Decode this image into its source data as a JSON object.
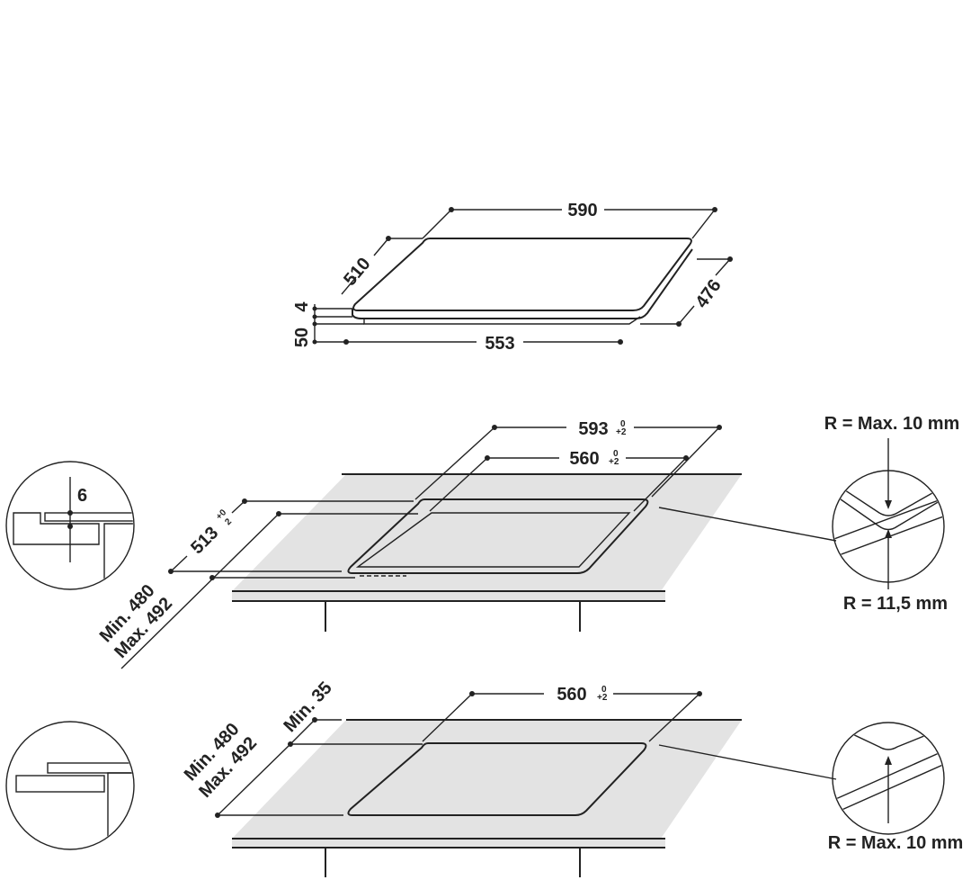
{
  "hob": {
    "width": "590",
    "depth": "510",
    "base_width": "553",
    "base_depth": "476",
    "glass_thickness": "4",
    "height": "50"
  },
  "flush_mount": {
    "outer_width": "593",
    "outer_width_tol_upper": "0",
    "outer_width_tol_lower": "+2",
    "inner_width": "560",
    "inner_width_tol_upper": "0",
    "inner_width_tol_lower": "+2",
    "outer_depth": "513",
    "outer_depth_tol_upper": "+0",
    "outer_depth_tol_lower": "2",
    "depth_min": "Min. 480",
    "depth_max": "Max. 492",
    "recess_depth": "6",
    "corner_outer_radius": "R = Max. 10 mm",
    "corner_inner_radius": "R = 11,5 mm"
  },
  "standard_mount": {
    "width": "560",
    "width_tol_upper": "0",
    "width_tol_lower": "+2",
    "front_min": "Min. 35",
    "depth_min": "Min. 480",
    "depth_max": "Max. 492",
    "corner_radius": "R = Max. 10 mm"
  },
  "colors": {
    "worktop": "#e3e3e3",
    "line": "#222222"
  }
}
